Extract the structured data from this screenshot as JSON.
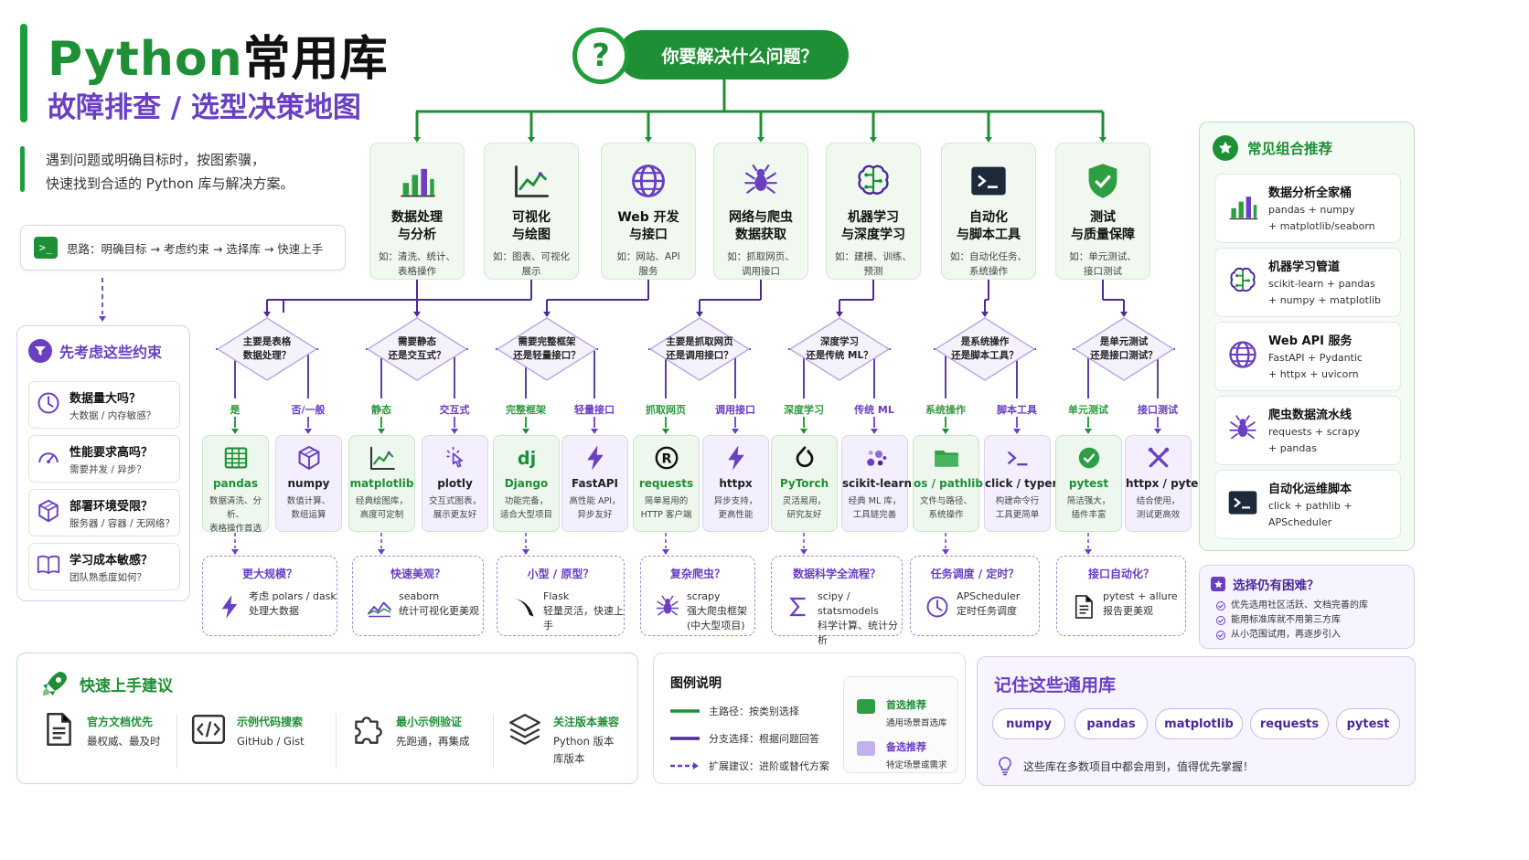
{
  "header": {
    "title_main": "Python",
    "title_suffix": "常用库",
    "subtitle": "故障排查 / 选型决策地图",
    "intro": "遇到问题或明确目标时，按图索骥，\n快速找到合适的 Python 库与解决方案。",
    "tip_icon_text": ">_",
    "tip": "思路：明确目标 → 考虑约束 → 选择库 → 快速上手"
  },
  "root": {
    "symbol": "?",
    "question": "你要解决什么问题？"
  },
  "categories": [
    {
      "name": "数据处理\n与分析",
      "example": "如：清洗、统计、\n表格操作",
      "icon": "bar-chart-icon"
    },
    {
      "name": "可视化\n与绘图",
      "example": "如：图表、可视化\n展示",
      "icon": "line-chart-icon"
    },
    {
      "name": "Web 开发\n与接口",
      "example": "如：网站、API\n服务",
      "icon": "globe-icon"
    },
    {
      "name": "网络与爬虫\n数据获取",
      "example": "如：抓取网页、\n调用接口",
      "icon": "spider-icon"
    },
    {
      "name": "机器学习\n与深度学习",
      "example": "如：建模、训练、\n预测",
      "icon": "brain-icon"
    },
    {
      "name": "自动化\n与脚本工具",
      "example": "如：自动化任务、\n系统操作",
      "icon": "terminal-icon"
    },
    {
      "name": "测试\n与质量保障",
      "example": "如：单元测试、\n接口测试",
      "icon": "shield-check-icon"
    }
  ],
  "decisions": [
    {
      "question": "主要是表格\n数据处理？",
      "yes": "是",
      "no": "否/一般"
    },
    {
      "question": "需要静态\n还是交互式？",
      "yes": "静态",
      "no": "交互式"
    },
    {
      "question": "需要完整框架\n还是轻量接口？",
      "yes": "完整框架",
      "no": "轻量接口"
    },
    {
      "question": "主要是抓取网页\n还是调用接口？",
      "yes": "抓取网页",
      "no": "调用接口"
    },
    {
      "question": "深度学习\n还是传统 ML？",
      "yes": "深度学习",
      "no": "传统 ML"
    },
    {
      "question": "是系统操作\n还是脚本工具？",
      "yes": "系统操作",
      "no": "脚本工具"
    },
    {
      "question": "是单元测试\n还是接口测试？",
      "yes": "单元测试",
      "no": "接口测试"
    }
  ],
  "libs": [
    {
      "name": "pandas",
      "desc": "数据清洗、分析、\n表格操作首选",
      "icon": "table-grid-icon",
      "tone": "g"
    },
    {
      "name": "numpy",
      "desc": "数值计算、\n数组运算",
      "icon": "cube-icon",
      "tone": "v"
    },
    {
      "name": "matplotlib",
      "desc": "经典绘图库，\n高度可定制",
      "icon": "line-chart-icon",
      "tone": "g"
    },
    {
      "name": "plotly",
      "desc": "交互式图表，\n展示更友好",
      "icon": "pointer-click-icon",
      "tone": "v"
    },
    {
      "name": "Django",
      "desc": "功能完备，\n适合大型项目",
      "icon": "dj-logo-icon",
      "tone": "g"
    },
    {
      "name": "FastAPI",
      "desc": "高性能 API，\n异步友好",
      "icon": "lightning-icon",
      "tone": "v"
    },
    {
      "name": "requests",
      "desc": "简单易用的\nHTTP 客户端",
      "icon": "registered-icon",
      "tone": "g"
    },
    {
      "name": "httpx",
      "desc": "异步支持，\n更高性能",
      "icon": "lightning-icon",
      "tone": "v"
    },
    {
      "name": "PyTorch",
      "desc": "灵活易用，\n研究友好",
      "icon": "flame-icon",
      "tone": "g"
    },
    {
      "name": "scikit-learn",
      "desc": "经典 ML 库，\n工具链完善",
      "icon": "dots-icon",
      "tone": "v"
    },
    {
      "name": "os / pathlib",
      "desc": "文件与路径、\n系统操作",
      "icon": "folder-icon",
      "tone": "g"
    },
    {
      "name": "click / typer",
      "desc": "构建命令行\n工具更简单",
      "icon": "prompt-icon",
      "tone": "v"
    },
    {
      "name": "pytest",
      "desc": "简洁强大，\n插件丰富",
      "icon": "check-circle-icon",
      "tone": "g"
    },
    {
      "name": "httpx / pytest",
      "desc": "结合使用，\n测试更高效",
      "icon": "crossed-tools-icon",
      "tone": "v"
    }
  ],
  "extensions": [
    {
      "question": "更大规模？",
      "body": "考虑 polars / dask\n处理大数据",
      "icon": "lightning-icon"
    },
    {
      "question": "快速美观？",
      "body": "seaborn\n统计可视化更美观",
      "icon": "wave-chart-icon"
    },
    {
      "question": "小型 / 原型？",
      "body": "Flask\n轻量灵活，快速上手",
      "icon": "flask-horn-icon"
    },
    {
      "question": "复杂爬虫？",
      "body": "scrapy\n强大爬虫框架\n(中大型项目)",
      "icon": "spider-icon"
    },
    {
      "question": "数据科学全流程？",
      "body": "scipy / statsmodels\n科学计算、统计分析",
      "icon": "sigma-icon"
    },
    {
      "question": "任务调度 / 定时？",
      "body": "APScheduler\n定时任务调度",
      "icon": "clock-icon"
    },
    {
      "question": "接口自动化？",
      "body": "pytest + allure\n报告更美观",
      "icon": "document-icon"
    }
  ],
  "constraints": {
    "title": "先考虑这些约束",
    "items": [
      {
        "title": "数据量大吗？",
        "sub": "大数据 / 内存敏感？",
        "icon": "clock-icon"
      },
      {
        "title": "性能要求高吗？",
        "sub": "需要并发 / 异步？",
        "icon": "gauge-icon"
      },
      {
        "title": "部署环境受限？",
        "sub": "服务器 / 容器 / 无网络？",
        "icon": "cube-icon"
      },
      {
        "title": "学习成本敏感？",
        "sub": "团队熟悉度如何？",
        "icon": "book-icon"
      }
    ]
  },
  "combos": {
    "title": "常见组合推荐",
    "items": [
      {
        "title": "数据分析全家桶",
        "sub": "pandas + numpy\n+ matplotlib/seaborn",
        "icon": "bar-chart-icon"
      },
      {
        "title": "机器学习管道",
        "sub": "scikit-learn + pandas\n+ numpy + matplotlib",
        "icon": "brain-icon"
      },
      {
        "title": "Web API 服务",
        "sub": "FastAPI + Pydantic\n+ httpx + uvicorn",
        "icon": "globe-icon"
      },
      {
        "title": "爬虫数据流水线",
        "sub": "requests + scrapy\n+ pandas",
        "icon": "spider-icon"
      },
      {
        "title": "自动化运维脚本",
        "sub": "click + pathlib +\nAPScheduler",
        "icon": "terminal-icon"
      }
    ]
  },
  "help": {
    "title": "选择仍有困难？",
    "items": [
      "优先选用社区活跃、文档完善的库",
      "能用标准库就不用第三方库",
      "从小范围试用，再逐步引入"
    ]
  },
  "quickstart": {
    "title": "快速上手建议",
    "items": [
      {
        "title": "官方文档优先",
        "sub": "最权威、最及时",
        "icon": "document-icon"
      },
      {
        "title": "示例代码搜索",
        "sub": "GitHub / Gist",
        "icon": "code-icon"
      },
      {
        "title": "最小示例验证",
        "sub": "先跑通，再集成",
        "icon": "puzzle-icon"
      },
      {
        "title": "关注版本兼容",
        "sub": "Python 版本\n库版本",
        "icon": "layers-icon"
      }
    ]
  },
  "legend": {
    "title": "图例说明",
    "rows": [
      "主路径：按类别选择",
      "分支选择：根据问题回答",
      "扩展建议：进阶或替代方案"
    ],
    "primary_title": "首选推荐",
    "primary_sub": "通用场景首选库",
    "alt_title": "备选推荐",
    "alt_sub": "特定场景或需求"
  },
  "memorize": {
    "title": "记住这些通用库",
    "chips": [
      "numpy",
      "pandas",
      "matplotlib",
      "requests",
      "pytest"
    ],
    "note": "这些库在多数项目中都会用到，值得优先掌握！"
  },
  "colors": {
    "green": "#1f8f36",
    "purple": "#6a3fc2",
    "lightgreen": "#edf7ed",
    "lightpurple": "#f3efff"
  }
}
